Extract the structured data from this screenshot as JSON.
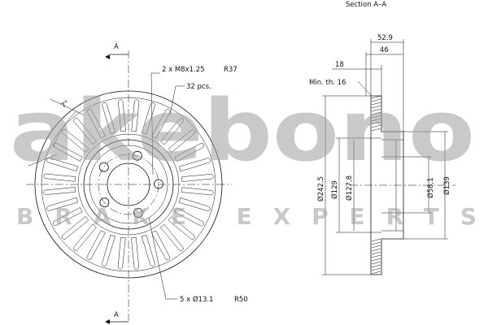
{
  "section_title": "Section A–A",
  "section_marker": "A",
  "annotations": {
    "thread": "2 x M8x1.25",
    "thread_radius": "R37",
    "vents": "32 pcs.",
    "angle": "7°",
    "holes": "5 x Ø13.1",
    "holes_radius": "R50",
    "min_thickness": "Min. th. 16"
  },
  "dimensions": {
    "total_height": "52.9",
    "height": "46",
    "thickness": "18",
    "outer_diameter": "Ø242.5",
    "d129": "Ø129",
    "d127": "Ø127,8",
    "centering_bore": "Ø58,1",
    "d139": "Ø139"
  },
  "watermark": {
    "logo": "akebono",
    "tagline": "BRAKE EXPERTS"
  }
}
